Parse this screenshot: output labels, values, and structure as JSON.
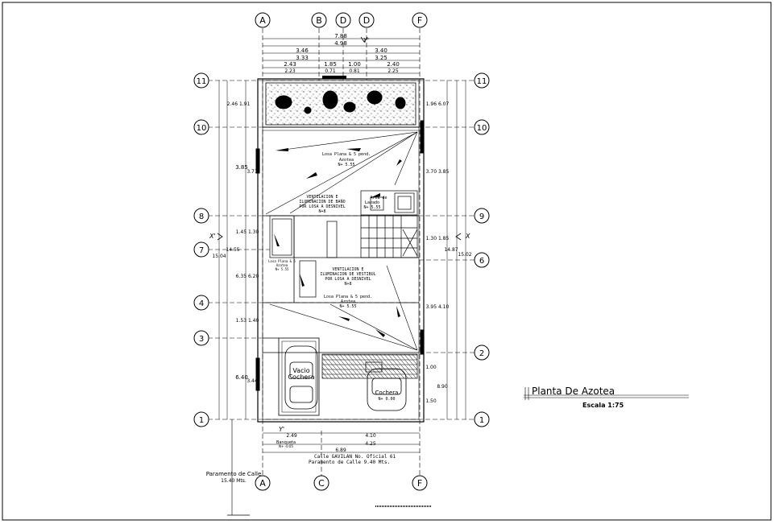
{
  "grid": {
    "top": [
      "A",
      "B",
      "D",
      "D",
      "F"
    ],
    "bottom": [
      "A",
      "C",
      "F"
    ],
    "left": [
      "11",
      "10",
      "8",
      "7",
      "4",
      "3",
      "1"
    ],
    "right": [
      "11",
      "10",
      "9",
      "6",
      "2",
      "1"
    ]
  },
  "dims": {
    "top_total_1": "7.88",
    "top_total_2": "4.98",
    "top_a": "3.46",
    "top_a2": "3.33",
    "top_b": "3.40",
    "top_b2": "3.25",
    "top_c": "2.43",
    "top_c2": "2.23",
    "top_d": "1.85",
    "top_e": "1.00",
    "top_f": "2.40",
    "top_f2": "2.25",
    "top_mid_1": "0.71",
    "top_mid_2": "0.81",
    "bottom_a": "2.49",
    "bottom_b": "4.10",
    "bottom_total": "4.25",
    "bottom_small": "6.89",
    "left_1": "2.46 1.91",
    "left_2": "3.85",
    "left_2b": "3.71",
    "left_3": "1.45 1.30",
    "left_total": "15.04",
    "left_total_b": "14.55",
    "left_4": "6.35 6.20",
    "left_5": "1.53 1.40",
    "left_6": "6.40",
    "left_6b": "3.44",
    "right_1": "1.96 6.07",
    "right_2": "3.70 3.85",
    "right_3": "1.30 1.85",
    "right_total": "14.87",
    "right_total_b": "15.02",
    "right_4": "3.95 4.10",
    "right_5": "1.00",
    "right_6": "8.90",
    "right_7": "1.50"
  },
  "rooms": {
    "roof_upper": "Losa Plana & 5 pend.",
    "roof_upper_sub": "Azotea",
    "roof_upper_level": "N+ 5.55",
    "vent_bath_1": "VENTILACION E",
    "vent_bath_2": "ILUMINACION DE BAÑO",
    "vent_bath_3": "POR LOSA A DESNIVEL",
    "vent_bath_level": "N+8",
    "tank_label": "Area de",
    "tank_label_2": "Lavado",
    "tank_level": "N+ 5.55",
    "vent_hall_1": "VENTILACION E",
    "vent_hall_2": "ILUMINACION DE VESTIBUL",
    "vent_hall_3": "POR LOSA A DESNIVEL",
    "vent_hall_level": "N+8",
    "stair_label": "Losa Plana & 5",
    "stair_sub": "Azotea",
    "stair_level": "N+ 5.55",
    "roof_lower": "Losa Plana & 5 pend.",
    "roof_lower_sub": "Azotea",
    "roof_lower_level": "N+ 5.55",
    "void_1": "Vacio",
    "void_2": "Cochera",
    "garage": "Cochera",
    "garage_level": "N+ 0.00"
  },
  "street": {
    "sidewalk": "Banqueta",
    "sidewalk_level": "N+ -0.05",
    "street_line": "Calle GAVILAN  No. Oficial  61",
    "paramento": "Paramento de Calle  9.40 Mts.",
    "paramento_left_1": "Paramento de Calle",
    "paramento_left_2": "15.40 Mts."
  },
  "axis_marks": {
    "x_left": "X'",
    "x_right": "X",
    "y_top": "Y'",
    "y_bottom": "Y'"
  },
  "title_block": {
    "title": "Planta De Azotea",
    "scale": "Escala 1:75"
  }
}
